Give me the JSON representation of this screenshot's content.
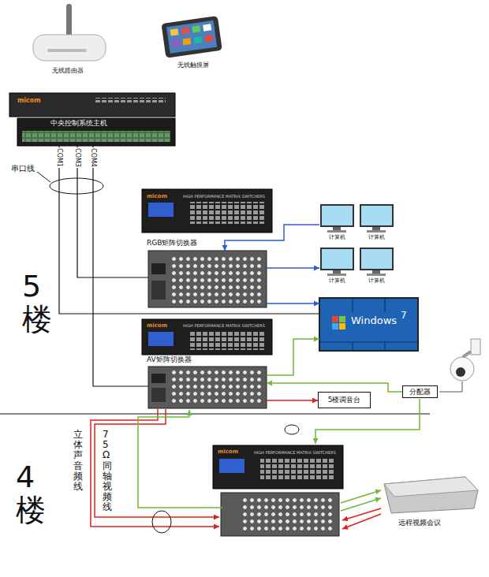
{
  "diagram": {
    "nodes": [
      {
        "text": [
          "无线路由器"
        ]
      },
      {
        "text": [
          "无线触摸屏"
        ]
      },
      {
        "text": [
          "中央控制系统主机"
        ]
      },
      {
        "text": [
          "RGB矩阵切换器"
        ]
      },
      {
        "text": [
          "计算机"
        ]
      },
      {
        "text": [
          "计算机"
        ]
      },
      {
        "text": [
          "计算机"
        ]
      },
      {
        "text": [
          "计算机"
        ]
      },
      {
        "text": [
          "Windows",
          "7"
        ]
      },
      {
        "text": [
          "AV矩阵切换器"
        ]
      },
      {
        "text": [
          "5楼调音台"
        ]
      },
      {
        "text": [
          "分配器"
        ]
      },
      {
        "text": [
          "远程视频会议"
        ]
      }
    ],
    "edges": [
      {
        "from": 2,
        "to": 8,
        "label": "COM1",
        "arrow": "none"
      },
      {
        "from": 2,
        "to": 3,
        "label": "COM3",
        "arrow": "none"
      },
      {
        "from": 2,
        "to": 9,
        "label": "COM4",
        "arrow": "none"
      },
      {
        "from": 4,
        "to": 3,
        "arrow": "to"
      },
      {
        "from": 3,
        "to": 6,
        "arrow": "to"
      },
      {
        "from": 3,
        "to": 8,
        "arrow": "to"
      },
      {
        "from": 9,
        "to": 8,
        "arrow": "to"
      },
      {
        "from": 9,
        "to": 10,
        "arrow": "to"
      },
      {
        "from": 11,
        "to": 9,
        "arrow": "to"
      }
    ],
    "labels": [
      "micom",
      "串口线",
      "micom",
      "HIGH PERFORMANCE MATRIX SWITCHERS",
      "5楼",
      "micom",
      "HIGH PERFORMANCE MATRIX SWITCHERS",
      "立体声音频线",
      "75Ω同轴视频线",
      "4楼",
      "micom",
      "HIGH PERFORMANCE MATRIX SWITCHERS"
    ]
  }
}
